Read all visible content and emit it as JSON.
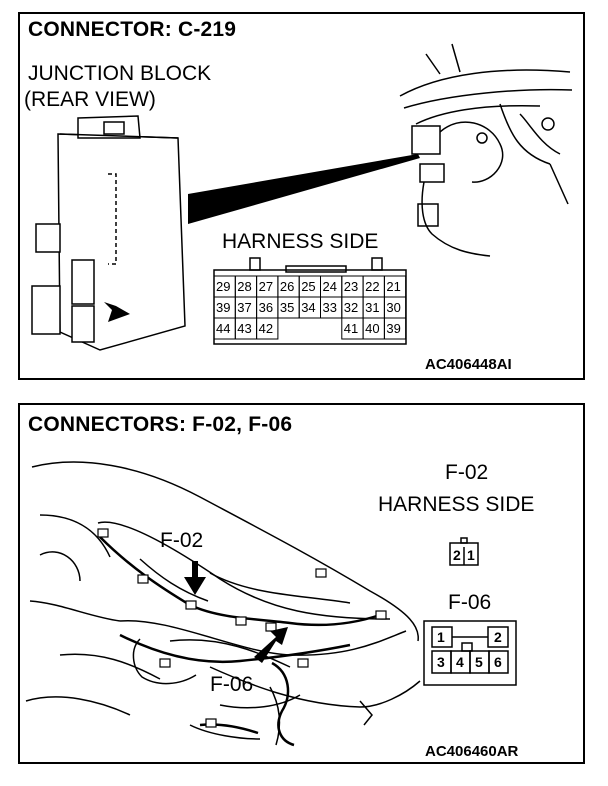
{
  "panel1": {
    "title": "CONNECTOR: C-219",
    "component_line1": "JUNCTION BLOCK",
    "component_line2": "(REAR VIEW)",
    "harness_label": "HARNESS SIDE",
    "pins_row1": [
      "29",
      "28",
      "27",
      "26",
      "25",
      "24",
      "23",
      "22",
      "21"
    ],
    "pins_row2": [
      "39",
      "37",
      "36",
      "35",
      "34",
      "33",
      "32",
      "31",
      "30"
    ],
    "pins_row3_left": [
      "44",
      "43",
      "42"
    ],
    "pins_row3_right": [
      "41",
      "40",
      "39"
    ],
    "code": "AC406448AI"
  },
  "panel2": {
    "title": "CONNECTORS: F-02, F-06",
    "callout_f02": "F-02",
    "callout_f06": "F-06",
    "f02_label": "F-02",
    "f02_harness": "HARNESS SIDE",
    "f02_pins": [
      "2",
      "1"
    ],
    "f06_label": "F-06",
    "f06_pins_top": [
      "1",
      "2"
    ],
    "f06_pins_bottom": [
      "3",
      "4",
      "5",
      "6"
    ],
    "code": "AC406460AR"
  }
}
